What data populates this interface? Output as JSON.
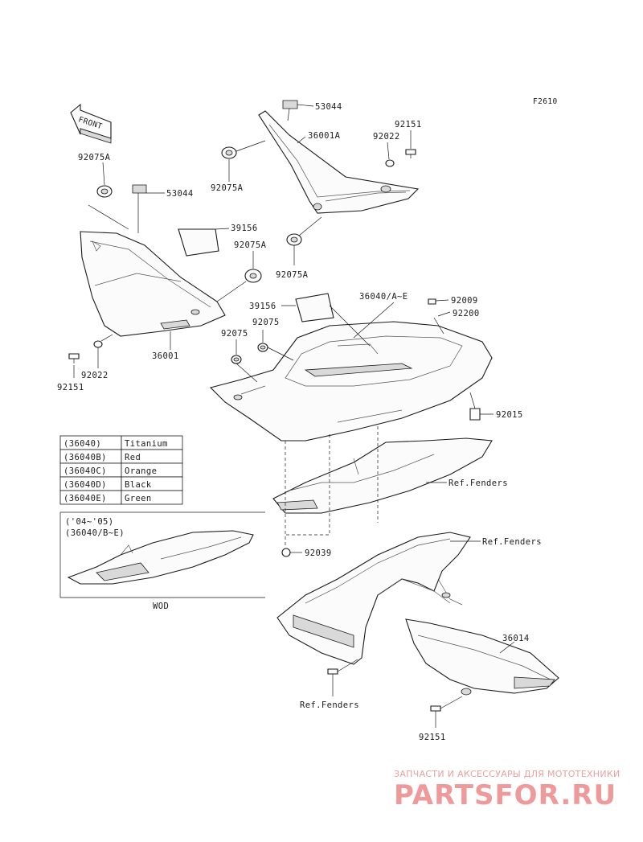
{
  "diagram": {
    "code": "F2610",
    "front_label": "FRONT",
    "parts": {
      "p53044_top": "53044",
      "p36001A": "36001A",
      "p92151_top": "92151",
      "p92022_top": "92022",
      "p92075A_left_top": "92075A",
      "p92075A_mid": "92075A",
      "p92075A_low": "92075A",
      "p92075A_center": "92075A",
      "p53044_left": "53044",
      "p39156_left": "39156",
      "p36001": "36001",
      "p92022_left": "92022",
      "p92151_left": "92151",
      "p39156_center": "39156",
      "p36040": "36040/A~E",
      "p92009": "92009",
      "p92200": "92200",
      "p92075_a": "92075",
      "p92075_b": "92075",
      "p92015": "92015",
      "p92039": "92039",
      "ref_fenders_1": "Ref.Fenders",
      "ref_fenders_2": "Ref.Fenders",
      "ref_fenders_3": "Ref.Fenders",
      "p36014": "36014",
      "p92151_bottom": "92151"
    },
    "color_table": [
      {
        "code": "(36040)",
        "color": "Titanium"
      },
      {
        "code": "(36040B)",
        "color": "Red"
      },
      {
        "code": "(36040C)",
        "color": "Orange"
      },
      {
        "code": "(36040D)",
        "color": "Black"
      },
      {
        "code": "(36040E)",
        "color": "Green"
      }
    ],
    "inset": {
      "years": "('04~'05)",
      "parts": "(36040/B~E)",
      "caption": "WOD"
    }
  },
  "watermark": {
    "line1": "ЗАПЧАСТИ И АКСЕССУАРЫ ДЛЯ МОТОТЕХНИКИ",
    "line2": "PARTSFOR.RU"
  },
  "colors": {
    "ink": "#1a1a1a",
    "watermark": "#ef9a9a"
  }
}
